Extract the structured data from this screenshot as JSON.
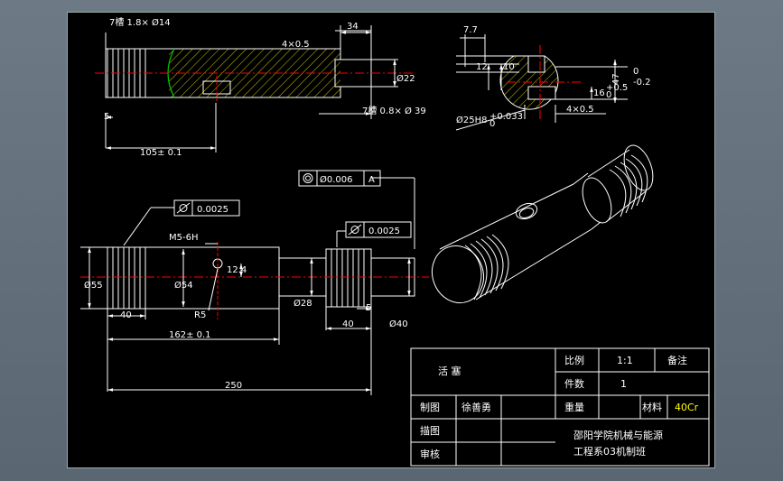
{
  "colors": {
    "background": "#000000",
    "lines": "#ffffff",
    "dimension": "#ffffff",
    "accent_yellow": "#ffff00",
    "accent_green": "#00c000",
    "accent_red": "#ff0000"
  },
  "dims": {
    "d_7cao_top": "7槽 1.8× Ø14",
    "d_34": "34",
    "d_4x05_top": "4×0.5",
    "d_22": "Ø22",
    "d_5_top": "5",
    "d_7cao_bottom": "7槽 0.8× Ø 39",
    "d_105": "105± 0.1",
    "d_77": "7.7",
    "d_12": "12",
    "d_10": "10",
    "d_47": "47",
    "d_47_tol": "0",
    "d_47_tol2": "-0.2",
    "d_16": "16",
    "d_16_tol": "+0.5",
    "d_16_tol2": "0",
    "d_25h8": "Ø25H8",
    "d_25h8_tol": "+0.033",
    "d_25h8_tol2": "0",
    "d_4x05_right": "4×0.5",
    "d_55": "Ø55",
    "d_54": "Ø54",
    "d_m56h": "M5-6H",
    "d_124": "12.4",
    "d_r5": "R5",
    "d_28": "Ø28",
    "d_40_left": "40",
    "d_40_right": "40",
    "d_5_right": "5",
    "d_40dia": "Ø40",
    "d_162": "162± 0.1",
    "d_250": "250"
  },
  "tolerances": {
    "fcf_top_value": "Ø0.006",
    "fcf_top_datum": "A",
    "fcf_left_value": "0.0025",
    "fcf_right_value": "0.0025"
  },
  "title_block": {
    "part_name": "活  塞",
    "scale_label": "比例",
    "scale_value": "1:1",
    "remark_label": "备注",
    "qty_label": "件数",
    "qty_value": "1",
    "drawn_label": "制图",
    "drawn_by": "徐善勇",
    "weight_label": "重量",
    "material_label": "材料",
    "material_value": "40Cr",
    "traced_label": "描图",
    "review_label": "审核",
    "school_line1": "邵阳学院机械与能源",
    "school_line2": "工程系03机制班"
  }
}
